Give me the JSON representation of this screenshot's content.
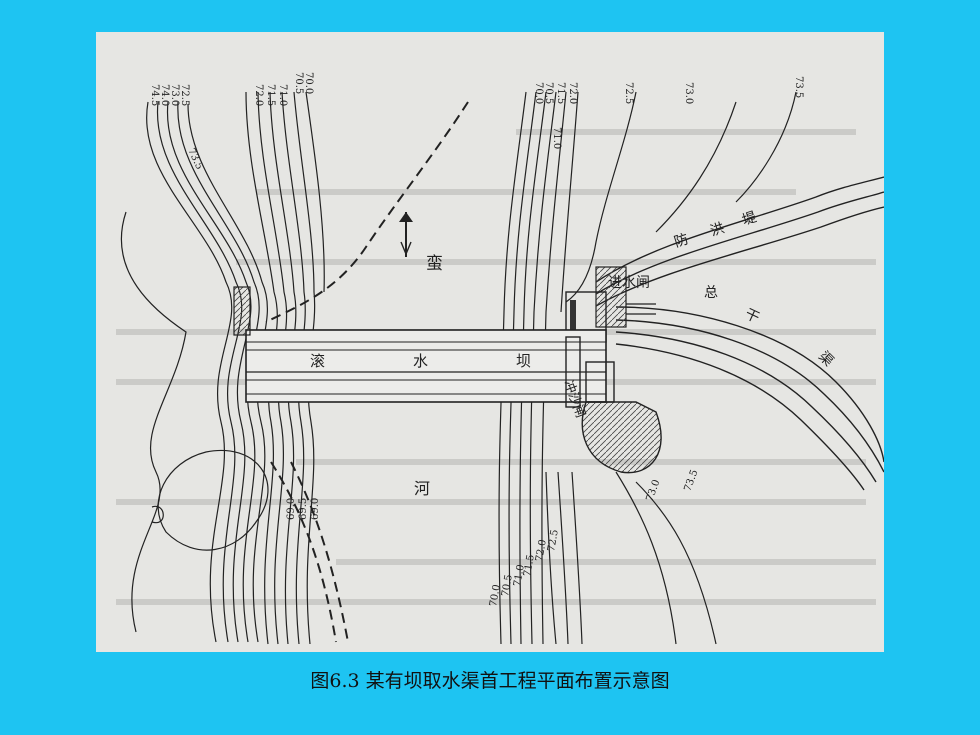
{
  "caption": "图6.3 某有坝取水渠首工程平面布置示意图",
  "labels": {
    "river_top": "蛮",
    "river_bottom": "河",
    "weir_1": "滚",
    "weir_2": "水",
    "weir_3": "坝",
    "intake_gate": "进水闸",
    "sluice_gate": "冲沙闸",
    "levee_1": "防",
    "levee_2": "洪",
    "levee_3": "堤",
    "canal_1": "总",
    "canal_2": "干",
    "canal_3": "渠"
  },
  "contours": {
    "top_left": [
      "74.5",
      "74.0",
      "73.0",
      "72.5"
    ],
    "left_side": "73.5",
    "top_mid": [
      "72.0",
      "71.5",
      "71.0",
      "70.5",
      "70.0"
    ],
    "top_center": [
      "72.0",
      "71.5",
      "70.5",
      "70.0"
    ],
    "top_center_b": "71.0",
    "top_right_a": "72.5",
    "top_right_b": "73.0",
    "top_right_c": "73.5",
    "bottom_left": [
      "69.0",
      "69.5",
      "69.0"
    ],
    "bottom_center": [
      "72.5",
      "72.0",
      "71.5",
      "71.0",
      "70.5",
      "70.0"
    ],
    "bottom_right_a": "73.5",
    "bottom_right_b": "73.0"
  },
  "colors": {
    "background": "#1EC4F2",
    "scan": "#E6E6E3",
    "ink": "#222222"
  }
}
